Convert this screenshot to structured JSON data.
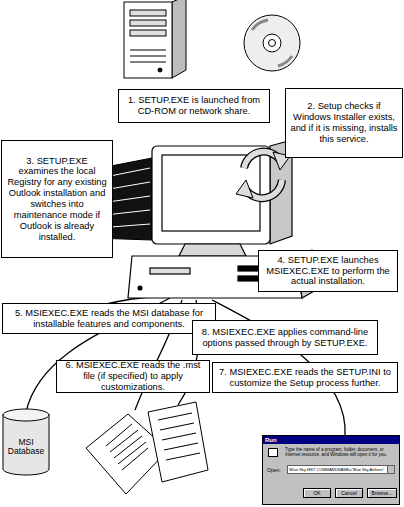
{
  "diagram": {
    "nodes": [
      {
        "text": [
          "1. SETUP.EXE is launched from CD-ROM or network share."
        ]
      },
      {
        "text": [
          "2. Setup checks if Windows Installer exists, and if it is missing, installs this service."
        ]
      },
      {
        "text": [
          "3. SETUP.EXE examines the local Registry for any existing Outlook installation and switches into maintenance mode if Outlook is already installed."
        ]
      },
      {
        "text": [
          "4. SETUP.EXE launches MSIEXEC.EXE to perform the actual installation."
        ]
      },
      {
        "text": [
          "5. MSIEXEC.EXE reads the MSI database for installable features and components."
        ]
      },
      {
        "text": [
          "6. MSIEXEC.EXE reads the .mst file (if specified) to apply customizations."
        ]
      },
      {
        "text": [
          "7. MSIEXEC.EXE reads the SETUP.INI to customize the Setup process further."
        ]
      },
      {
        "text": [
          "8. MSIEXEC.EXE applies command-line options passed through by SETUP.EXE."
        ]
      },
      {
        "text": [
          "MSI Database"
        ]
      },
      {
        "text": [
          "Run",
          "Type the name of a program, folder, document, or Internet resource, and Windows will open it for you.",
          "Open:"
        ]
      },
      {
        "text": [
          "\\Blue Sky MST COMMANDNAME=\"Blue Sky Airlines\""
        ],
        "in": 9
      },
      {
        "text": [
          "OK"
        ],
        "in": 9
      },
      {
        "text": [
          "Cancel"
        ],
        "in": 9
      },
      {
        "text": [
          "Browse..."
        ],
        "in": 9
      }
    ]
  }
}
